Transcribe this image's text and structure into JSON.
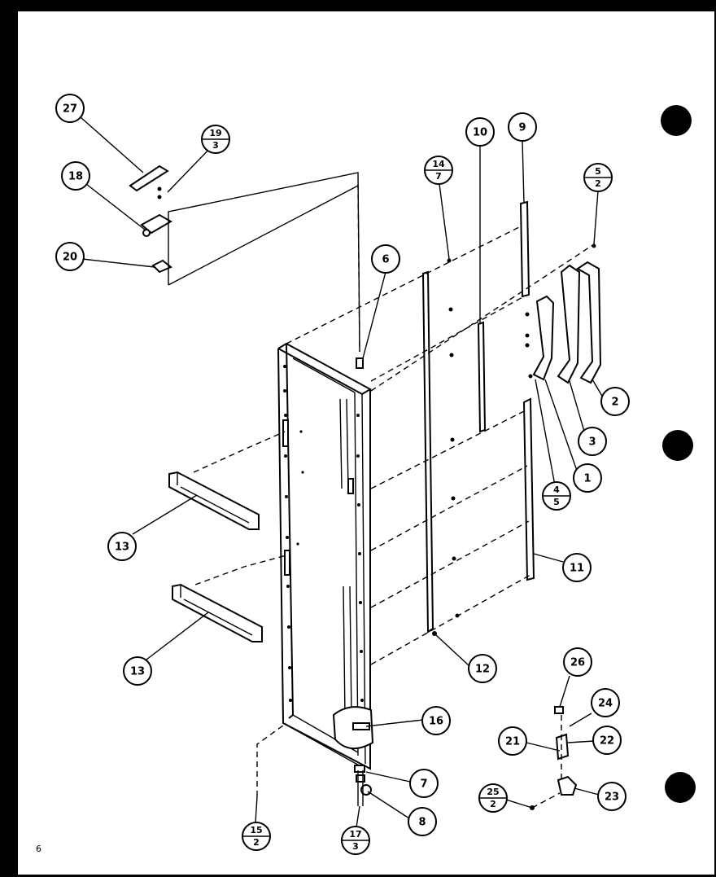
{
  "callouts": [
    {
      "id": "c27",
      "label": "27"
    },
    {
      "id": "c19",
      "num": "19",
      "den": "3"
    },
    {
      "id": "c18",
      "label": "18"
    },
    {
      "id": "c20",
      "label": "20"
    },
    {
      "id": "c6",
      "label": "6"
    },
    {
      "id": "c14",
      "num": "14",
      "den": "7"
    },
    {
      "id": "c10",
      "label": "10"
    },
    {
      "id": "c9",
      "label": "9"
    },
    {
      "id": "c5",
      "num": "5",
      "den": "2"
    },
    {
      "id": "c2",
      "label": "2"
    },
    {
      "id": "c3",
      "label": "3"
    },
    {
      "id": "c1",
      "label": "1"
    },
    {
      "id": "c4",
      "num": "4",
      "den": "5"
    },
    {
      "id": "c11",
      "label": "11"
    },
    {
      "id": "c13a",
      "label": "13"
    },
    {
      "id": "c13b",
      "label": "13"
    },
    {
      "id": "c12",
      "label": "12"
    },
    {
      "id": "c16",
      "label": "16"
    },
    {
      "id": "c7",
      "label": "7"
    },
    {
      "id": "c8",
      "label": "8"
    },
    {
      "id": "c15",
      "num": "15",
      "den": "2"
    },
    {
      "id": "c17",
      "num": "17",
      "den": "3"
    },
    {
      "id": "c26",
      "label": "26"
    },
    {
      "id": "c24",
      "label": "24"
    },
    {
      "id": "c21",
      "label": "21"
    },
    {
      "id": "c22",
      "label": "22"
    },
    {
      "id": "c23",
      "label": "23"
    },
    {
      "id": "c25",
      "num": "25",
      "den": "2"
    }
  ],
  "page_number": "6"
}
